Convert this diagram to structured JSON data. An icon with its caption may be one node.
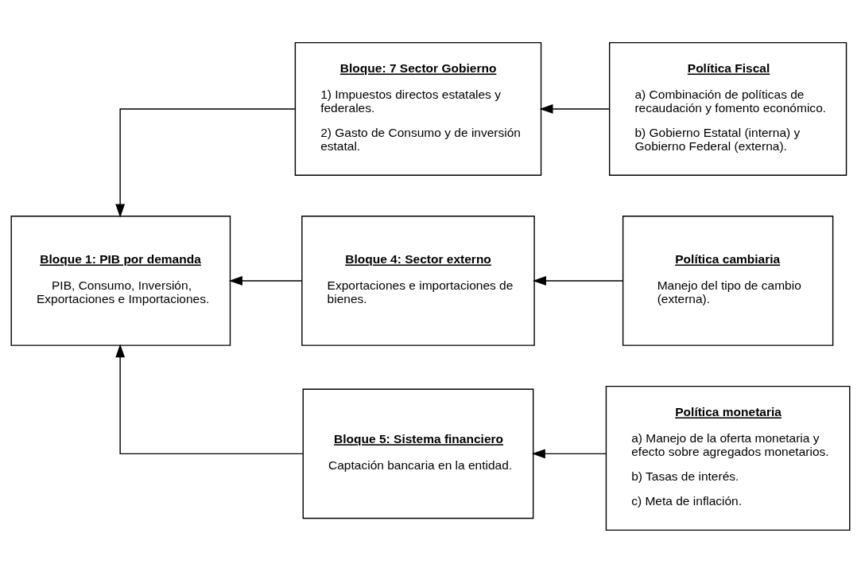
{
  "diagram": {
    "nodes": [
      {
        "text": [
          "Bloque 1: PIB por demanda",
          "PIB, Consumo, Inversión, Exportaciones e Importaciones."
        ]
      },
      {
        "text": [
          "Bloque: 7 Sector Gobierno",
          "1) Impuestos directos estatales y federales.",
          "2) Gasto de Consumo y de inversión estatal."
        ]
      },
      {
        "text": [
          "Política Fiscal",
          "a) Combinación de políticas de recaudación y fomento económico.",
          "b) Gobierno Estatal (interna) y Gobierno Federal (externa)."
        ]
      },
      {
        "text": [
          "Bloque 4: Sector externo",
          "Exportaciones e importaciones de bienes."
        ]
      },
      {
        "text": [
          "Política cambiaria",
          "Manejo del tipo de cambio (externa)."
        ]
      },
      {
        "text": [
          "Bloque 5: Sistema financiero",
          "Captación bancaria en la entidad."
        ]
      },
      {
        "text": [
          "Política monetaria",
          "a) Manejo de la oferta monetaria y efecto sobre agregados monetarios.",
          "b) Tasas de interés.",
          "c) Meta de inflación."
        ]
      }
    ],
    "edges": [
      {
        "from": 2,
        "to": 1,
        "arrow": "to"
      },
      {
        "from": 1,
        "to": 0,
        "arrow": "to"
      },
      {
        "from": 4,
        "to": 3,
        "arrow": "to"
      },
      {
        "from": 3,
        "to": 0,
        "arrow": "to"
      },
      {
        "from": 6,
        "to": 5,
        "arrow": "to"
      },
      {
        "from": 5,
        "to": 0,
        "arrow": "to"
      }
    ]
  }
}
